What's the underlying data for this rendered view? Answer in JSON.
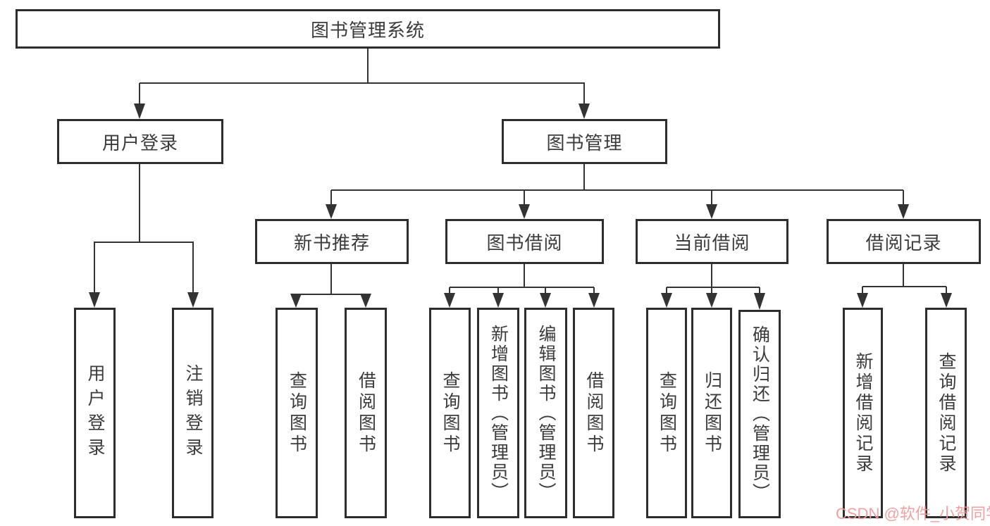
{
  "title": "图书管理系统",
  "level2": [
    "用户登录",
    "图书管理"
  ],
  "level3": [
    "新书推荐",
    "图书借阅",
    "当前借阅",
    "借阅记录"
  ],
  "leaves": {
    "user_login": [
      "用户登录",
      "注销登录"
    ],
    "new_book": [
      "查询图书",
      "借阅图书"
    ],
    "book_borrow": [
      "查询图书",
      "新增图书（管理员）",
      "编辑图书（管理员）",
      "借阅图书"
    ],
    "current_borrow": [
      "查询图书",
      "归还图书",
      "确认归还（管理员）"
    ],
    "borrow_record": [
      "新增借阅记录",
      "查询借阅记录"
    ]
  },
  "watermark": "CSDN @软件_小贺同学",
  "colors": {
    "line": "#333333",
    "box_border": "#2d2d2d",
    "text": "#3b3b3b",
    "watermark": "#f09a9a",
    "background": "#ffffff"
  }
}
